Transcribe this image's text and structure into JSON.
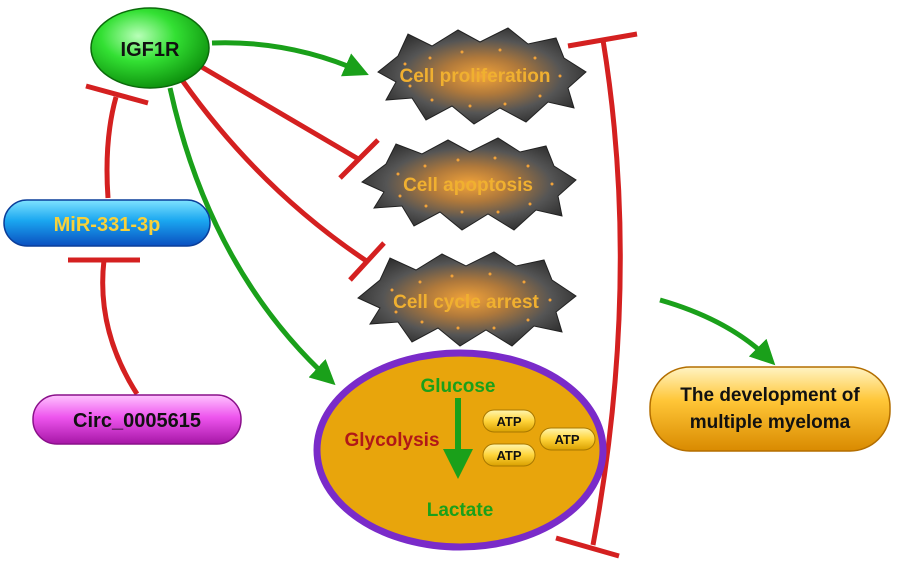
{
  "nodes": {
    "igf1r": "IGF1R",
    "mir": "MiR-331-3p",
    "circ": "Circ_0005615",
    "proliferation": "Cell proliferation",
    "apoptosis": "Cell apoptosis",
    "cycle_arrest": "Cell cycle arrest",
    "development_line1": "The development of",
    "development_line2": "multiple myeloma"
  },
  "glycolysis": {
    "glucose": "Glucose",
    "label": "Glycolysis",
    "lactate": "Lactate",
    "atp": [
      "ATP",
      "ATP",
      "ATP"
    ]
  },
  "colors": {
    "activation": "#1aa01a",
    "inhibition": "#d42020",
    "cell_text": "#f0b030",
    "mir_text": "#f7d13a",
    "glycolysis_label": "#b01818",
    "glycolysis_fill": "#e8a50c",
    "glycolysis_border": "#7a2bc9"
  }
}
